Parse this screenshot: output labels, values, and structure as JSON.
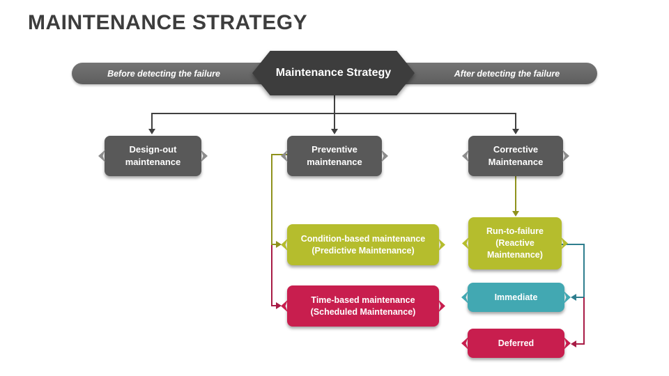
{
  "title": "MAINTENANCE STRATEGY",
  "banner": {
    "left_label": "Before detecting the failure",
    "center_label": "Maintenance Strategy",
    "right_label": "After detecting the failure"
  },
  "nodes": {
    "design_out": {
      "label": "Design-out\nmaintenance",
      "color": "#595959"
    },
    "preventive": {
      "label": "Preventive\nmaintenance",
      "color": "#595959"
    },
    "corrective": {
      "label": "Corrective\nMaintenance",
      "color": "#595959"
    },
    "condition_based": {
      "label": "Condition-based maintenance\n(Predictive Maintenance)",
      "color": "#b5bd2d"
    },
    "time_based": {
      "label": "Time-based maintenance\n(Scheduled Maintenance)",
      "color": "#c81e4e"
    },
    "run_to_failure": {
      "label": "Run-to-failure\n(Reactive\nMaintenance)",
      "color": "#b5bd2d"
    },
    "immediate": {
      "label": "Immediate",
      "color": "#42a8b2"
    },
    "deferred": {
      "label": "Deferred",
      "color": "#c81e4e"
    }
  },
  "colors": {
    "title_text": "#3d3d3d",
    "banner_pill": "#6a6a6a",
    "hexagon": "#3d3d3d",
    "dark_node": "#595959",
    "olive": "#b5bd2d",
    "crimson": "#c81e4e",
    "teal": "#42a8b2",
    "line_dark": "#404040",
    "line_olive": "#8f921c",
    "line_crimson": "#a81b45",
    "line_teal": "#2e7e8e"
  }
}
